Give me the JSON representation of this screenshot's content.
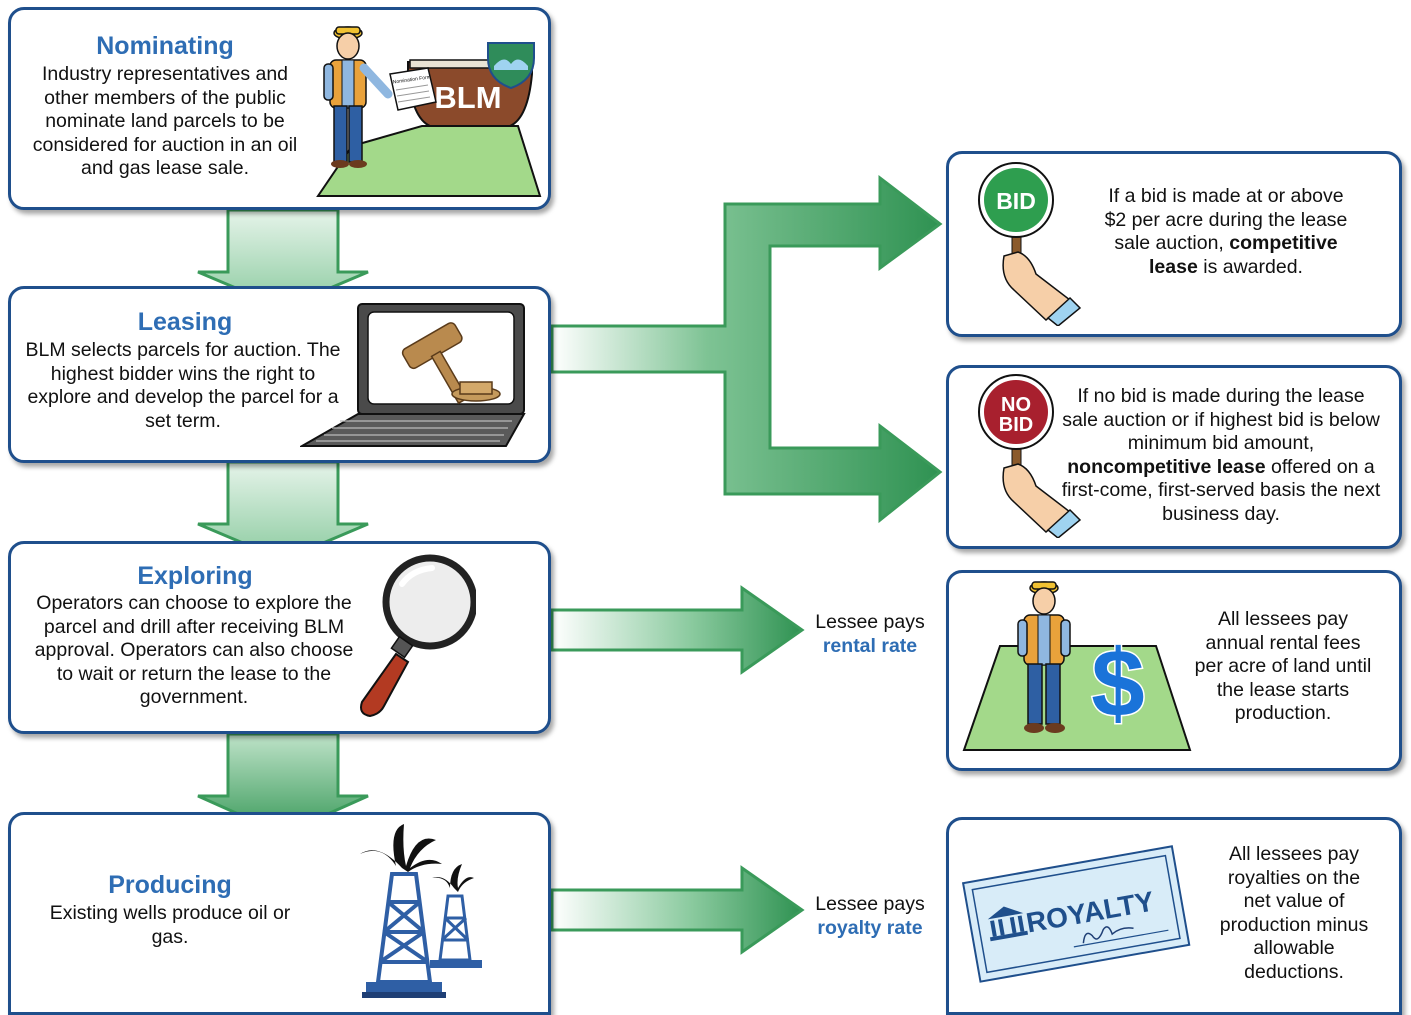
{
  "stages": [
    {
      "title": "Nominating",
      "description": "Industry representatives and other members of the public nominate land parcels to be considered for auction in an oil and gas lease sale."
    },
    {
      "title": "Leasing",
      "description": "BLM selects parcels for auction. The highest bidder wins the right to explore and develop the parcel for a set term."
    },
    {
      "title": "Exploring",
      "description": "Operators can choose to explore the parcel and drill after receiving BLM approval. Operators can also choose to wait or return the lease to the government."
    },
    {
      "title": "Producing",
      "description": "Existing wells produce oil or gas."
    }
  ],
  "outcomes": {
    "bid": {
      "paddle_label": "BID",
      "text_before": "If a bid is made at or above $2 per acre during the lease sale auction,",
      "text_bold": "competitive lease",
      "text_after": "is awarded."
    },
    "no_bid": {
      "paddle_label_1": "NO",
      "paddle_label_2": "BID",
      "text_before": "If no bid is made during the lease sale auction or if highest bid is below minimum bid amount,",
      "text_bold": "noncompetitive lease",
      "text_after": "offered on a first-come, first-served basis the next business day."
    },
    "rental": {
      "prefix": "Lessee pays",
      "term": "rental rate",
      "description": "All lessees pay annual rental fees per acre of land until the lease starts production."
    },
    "royalty": {
      "prefix": "Lessee pays",
      "term": "royalty rate",
      "check_label": "ROYALTY",
      "description": "All lessees pay royalties on the net value of production minus allowable deductions."
    }
  },
  "illustrations": {
    "sign_label": "BLM",
    "form_label": "Nomination Form",
    "dollar_sign": "$"
  },
  "colors": {
    "box_border": "#1f4f8c",
    "title_blue": "#2e6db4",
    "arrow_green": "#3a9a5a",
    "arrow_fill_light": "#b8ddc4",
    "bid_green": "#2e9e4f",
    "no_bid_red": "#a8202e",
    "grass_green": "#a3d98a"
  }
}
